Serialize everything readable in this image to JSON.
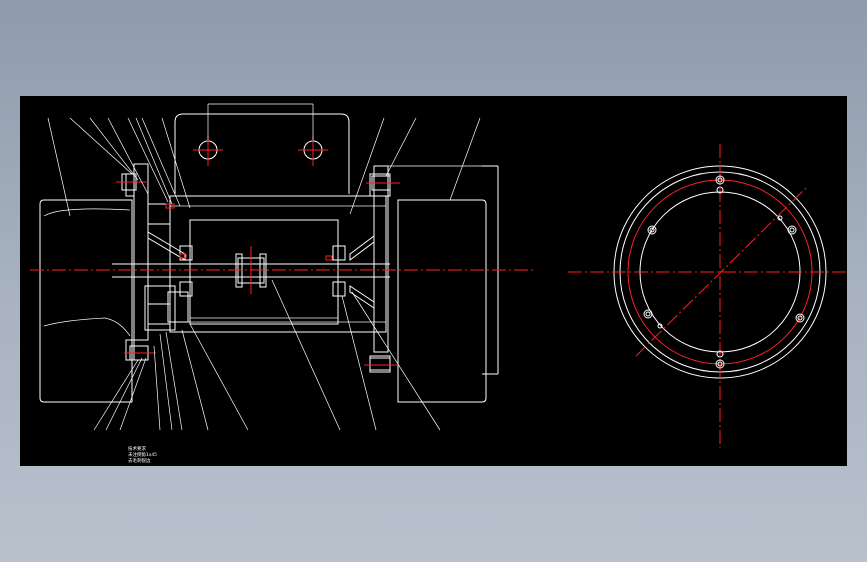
{
  "drawing": {
    "background": "#000000",
    "line_color": "#ffffff",
    "centerline_color": "#ff2020",
    "note_lines": [
      "技术要求",
      "未注倒角1x45",
      "去毛刺锐边"
    ]
  }
}
